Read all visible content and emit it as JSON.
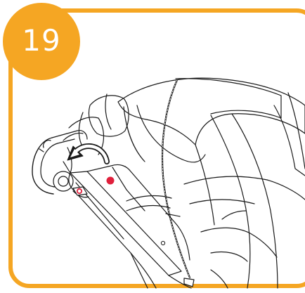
{
  "step": {
    "number": "19"
  },
  "colors": {
    "accent": "#f5a623",
    "marker": "#e0203c",
    "line": "#1a1a1a"
  },
  "illustration": {
    "subject": "stroller-canopy-fold",
    "icons": [
      "curved-arrow-icon",
      "red-dot-marker",
      "red-circle-marker"
    ]
  }
}
